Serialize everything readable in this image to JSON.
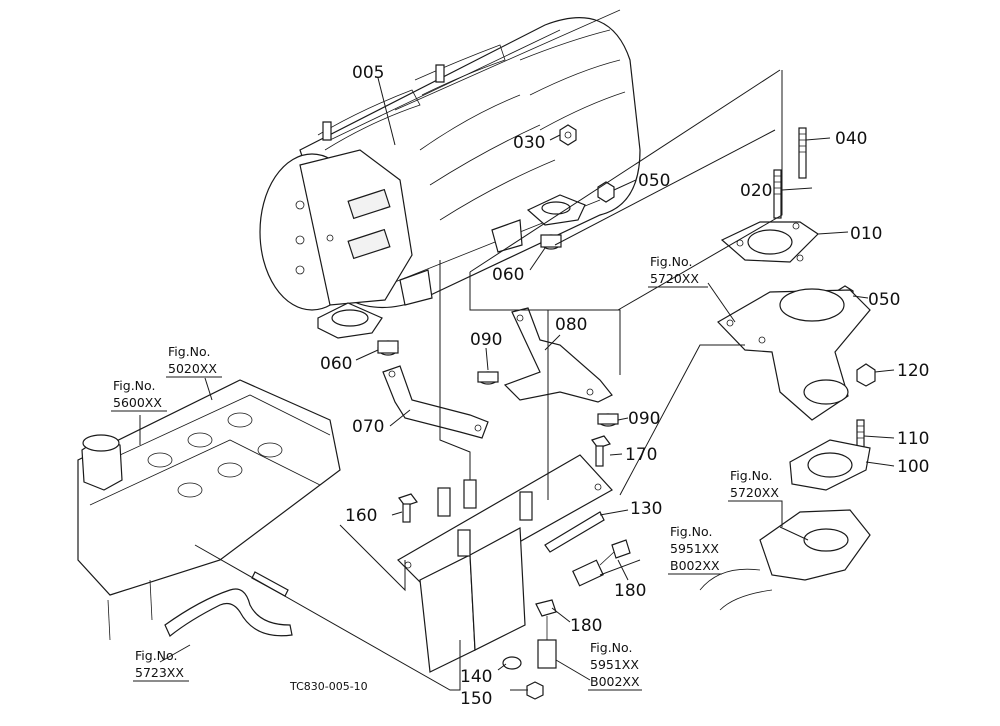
{
  "diagram": {
    "drawing_code": "TC830-005-10",
    "callouts": [
      {
        "id": "005",
        "label": "005"
      },
      {
        "id": "010",
        "label": "010"
      },
      {
        "id": "020",
        "label": "020"
      },
      {
        "id": "030",
        "label": "030"
      },
      {
        "id": "040",
        "label": "040"
      },
      {
        "id": "050a",
        "label": "050"
      },
      {
        "id": "050b",
        "label": "050"
      },
      {
        "id": "060a",
        "label": "060"
      },
      {
        "id": "060b",
        "label": "060"
      },
      {
        "id": "070",
        "label": "070"
      },
      {
        "id": "080",
        "label": "080"
      },
      {
        "id": "090a",
        "label": "090"
      },
      {
        "id": "090b",
        "label": "090"
      },
      {
        "id": "100",
        "label": "100"
      },
      {
        "id": "110",
        "label": "110"
      },
      {
        "id": "120",
        "label": "120"
      },
      {
        "id": "130",
        "label": "130"
      },
      {
        "id": "140",
        "label": "140"
      },
      {
        "id": "150",
        "label": "150"
      },
      {
        "id": "160",
        "label": "160"
      },
      {
        "id": "170",
        "label": "170"
      },
      {
        "id": "180a",
        "label": "180"
      },
      {
        "id": "180b",
        "label": "180"
      }
    ],
    "fig_refs": [
      {
        "id": "5020",
        "line1": "Fig.No.",
        "line2": "5020XX"
      },
      {
        "id": "5600",
        "line1": "Fig.No.",
        "line2": "5600XX"
      },
      {
        "id": "5723",
        "line1": "Fig.No.",
        "line2": "5723XX"
      },
      {
        "id": "5720a",
        "line1": "Fig.No.",
        "line2": "5720XX"
      },
      {
        "id": "5720b",
        "line1": "Fig.No.",
        "line2": "5720XX"
      },
      {
        "id": "5951a",
        "line1": "Fig.No.",
        "line2": "5951XX",
        "line3": "B002XX"
      },
      {
        "id": "5951b",
        "line1": "Fig.No.",
        "line2": "5951XX",
        "line3": "B002XX"
      }
    ]
  }
}
